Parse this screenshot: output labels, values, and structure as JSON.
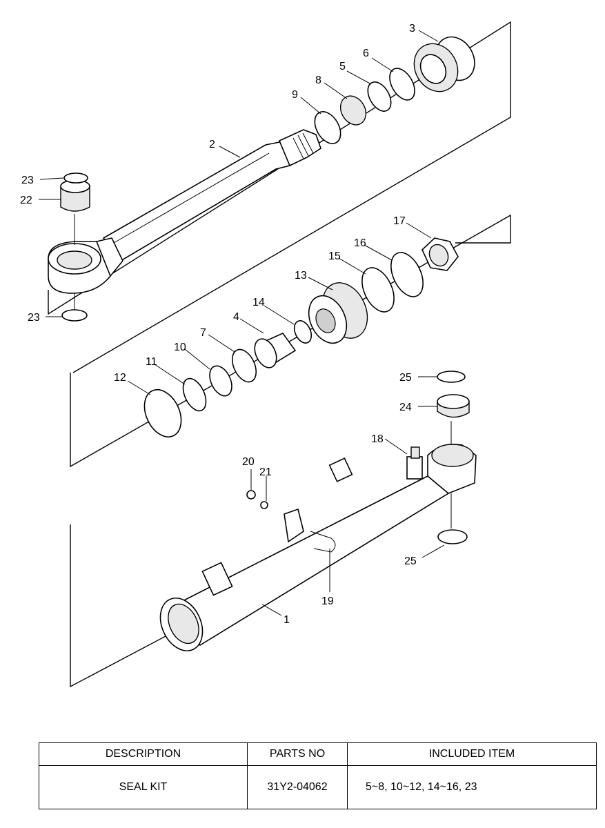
{
  "callouts": {
    "n1": "1",
    "n2": "2",
    "n3": "3",
    "n4": "4",
    "n5": "5",
    "n6": "6",
    "n7": "7",
    "n8": "8",
    "n9": "9",
    "n10": "10",
    "n11": "11",
    "n12": "12",
    "n13": "13",
    "n14": "14",
    "n15": "15",
    "n16": "16",
    "n17": "17",
    "n18": "18",
    "n19": "19",
    "n20": "20",
    "n21": "21",
    "n22": "22",
    "n23a": "23",
    "n23b": "23",
    "n24": "24",
    "n25a": "25",
    "n25b": "25"
  },
  "table": {
    "headers": [
      "DESCRIPTION",
      "PARTS NO",
      "INCLUDED ITEM"
    ],
    "rows": [
      [
        "SEAL KIT",
        "31Y2-04062",
        "5~8, 10~12, 14~16, 23"
      ]
    ]
  }
}
